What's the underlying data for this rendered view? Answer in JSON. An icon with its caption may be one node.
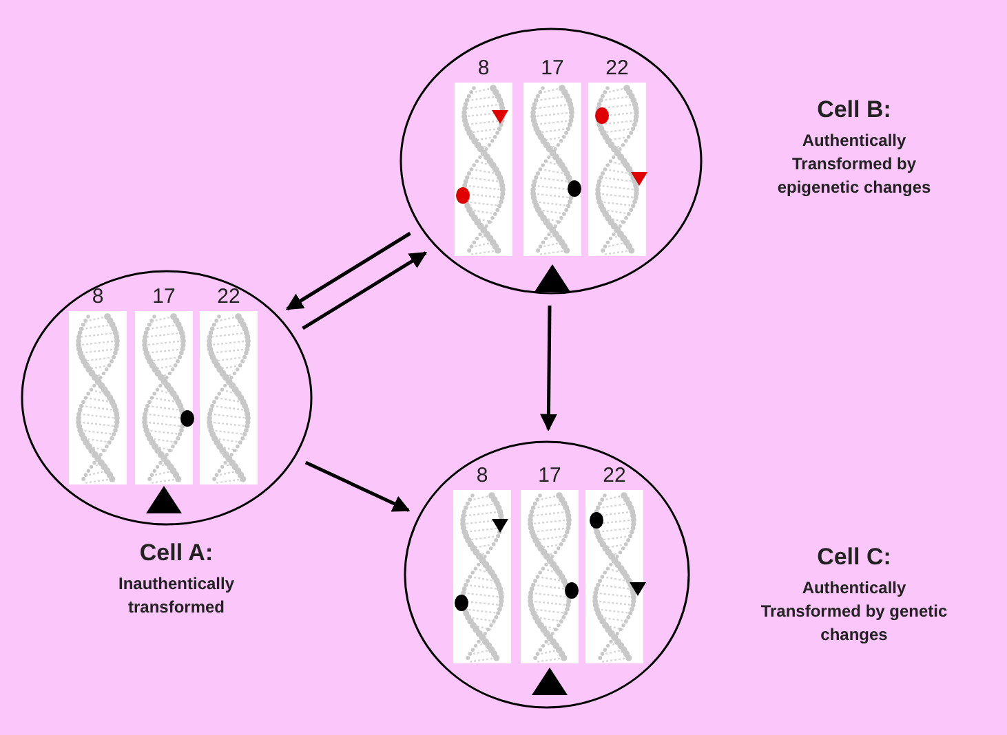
{
  "diagram": {
    "nodes": [
      {
        "text": [],
        "shape": "circle",
        "beside": [
          "Cell B:",
          "Authentically Transformed by epigenetic changes"
        ]
      },
      {
        "text": [
          "8"
        ],
        "in": 0
      },
      {
        "text": [
          "17"
        ],
        "in": 0
      },
      {
        "text": [
          "22"
        ],
        "in": 0
      },
      {
        "text": [],
        "shape": "circle",
        "beside": [
          "Cell A:",
          "Inauthentically transformed"
        ]
      },
      {
        "text": [
          "8"
        ],
        "in": 4
      },
      {
        "text": [
          "17"
        ],
        "in": 4
      },
      {
        "text": [
          "22"
        ],
        "in": 4
      },
      {
        "text": [],
        "shape": "circle",
        "beside": [
          "Cell C:",
          "Authentically Transformed by genetic changes"
        ]
      },
      {
        "text": [
          "8"
        ],
        "in": 8
      },
      {
        "text": [
          "17"
        ],
        "in": 8
      },
      {
        "text": [
          "22"
        ],
        "in": 8
      }
    ],
    "edges": [
      {
        "from": 4,
        "to": 0,
        "arrow": "to"
      },
      {
        "from": 0,
        "to": 4,
        "arrow": "to"
      },
      {
        "from": 0,
        "to": 8,
        "arrow": "to"
      },
      {
        "from": 4,
        "to": 8,
        "arrow": "to"
      }
    ]
  }
}
